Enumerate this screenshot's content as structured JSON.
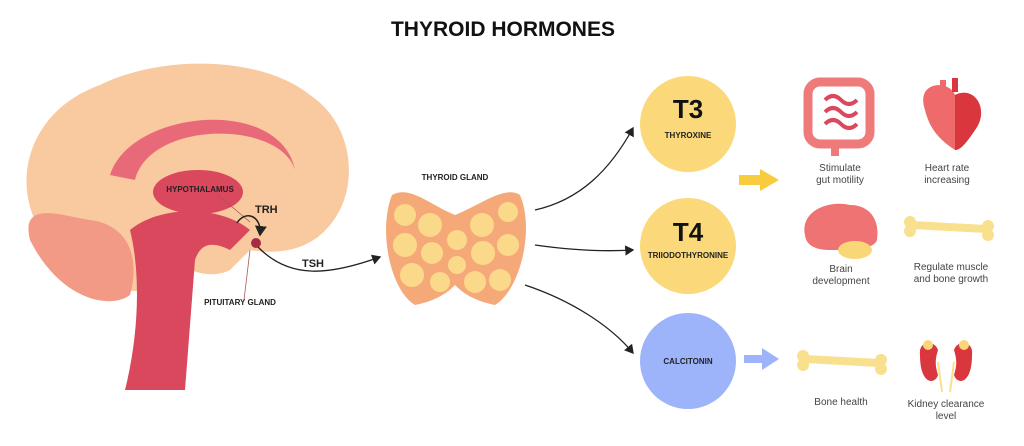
{
  "title": "THYROID HORMONES",
  "brain_labels": {
    "hypothalamus": "HYPOTHALAMUS",
    "trh": "TRH",
    "pituitary": "PITUITARY GLAND",
    "tsh": "TSH"
  },
  "thyroid_label": "THYROID GLAND",
  "hormones": [
    {
      "code": "T3",
      "name": "THYROXINE",
      "color": "#FBD97A"
    },
    {
      "code": "T4",
      "name": "TRIIODOTHYRONINE",
      "color": "#FBD97A"
    },
    {
      "code": "",
      "name": "CALCITONIN",
      "color": "#9DB4FB"
    }
  ],
  "effects": [
    {
      "line1": "Stimulate",
      "line2": "gut motility",
      "icon": "intestine-icon"
    },
    {
      "line1": "Heart rate",
      "line2": "increasing",
      "icon": "heart-icon"
    },
    {
      "line1": "Brain",
      "line2": "development",
      "icon": "brain-icon"
    },
    {
      "line1": "Regulate muscle",
      "line2": "and bone growth",
      "icon": "bone-icon"
    },
    {
      "line1": "Bone health",
      "line2": "",
      "icon": "bone-icon"
    },
    {
      "line1": "Kidney clearance",
      "line2": "level",
      "icon": "kidney-icon"
    }
  ]
}
